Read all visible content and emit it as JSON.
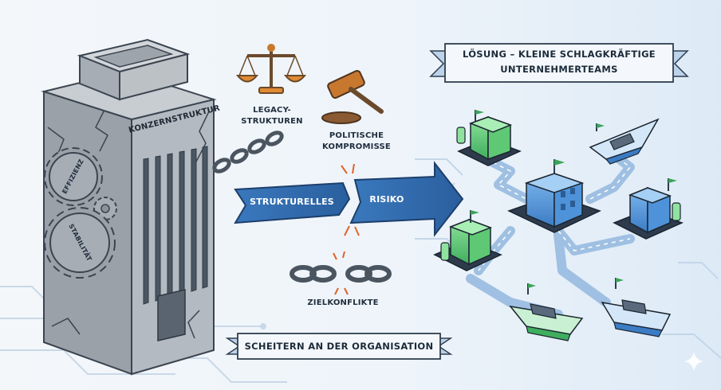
{
  "corporate": {
    "building_label": "KONZERNSTRUKTUR",
    "gear_top_label": "EFFIZIENZ",
    "gear_bottom_label": "STABILITÄT"
  },
  "obstacles": {
    "legacy": "LEGACY-\nSTRUKTUREN",
    "politics": "POLITISCHE\nKOMPROMISSE",
    "goals": "ZIELKONFLIKTE"
  },
  "arrow": {
    "left_text": "STRUKTURELLES",
    "right_text": "RISIKO"
  },
  "banners": {
    "bottom": "SCHEITERN AN DER ORGANISATION",
    "top_line1": "LÖSUNG – KLEINE SCHLAGKRÄFTIGE",
    "top_line2": "UNTERNEHMERTEAMS"
  },
  "colors": {
    "background": "#eef5fb",
    "building_gray": "#9ea5ad",
    "arrow_blue": "#2f67a8",
    "team_green": "#5cc77a",
    "team_blue": "#4a8fd4",
    "road": "#a9c6e4"
  }
}
